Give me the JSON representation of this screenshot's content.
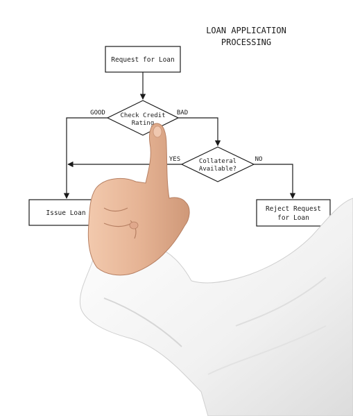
{
  "title": {
    "line1": "LOAN APPLICATION",
    "line2": "PROCESSING"
  },
  "nodes": {
    "request": {
      "label": "Request for  Loan"
    },
    "check_credit": {
      "line1": "Check Credit",
      "line2": "Rating"
    },
    "collateral": {
      "line1": "Collateral",
      "line2": "Available?"
    },
    "issue": {
      "label": "Issue Loan"
    },
    "reject": {
      "line1": "Reject Request",
      "line2": "for Loan"
    }
  },
  "edges": {
    "good": "GOOD",
    "bad": "BAD",
    "yes": "YES",
    "no": "NO"
  },
  "colors": {
    "line": "#1a1a1a",
    "text": "#1a1a1a",
    "sleeve": "#f4f4f4",
    "sleeve_shadow": "#d9d9d9",
    "skin": "#e8b89a",
    "skin_shadow": "#c98e70"
  }
}
